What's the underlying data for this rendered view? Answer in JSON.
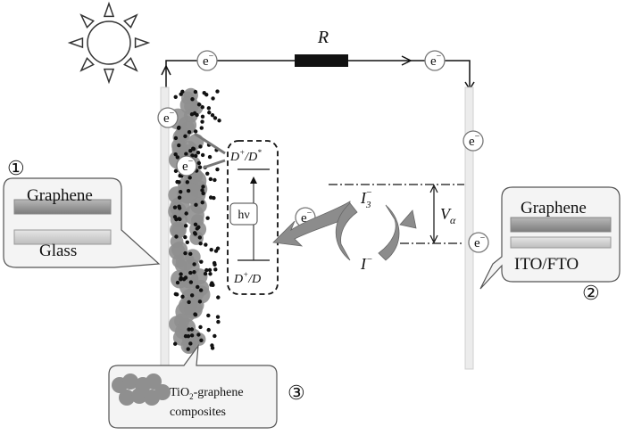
{
  "circuit": {
    "resistor_label": "R",
    "electron": "e",
    "electron_sup": "−"
  },
  "panel_left": {
    "index": "①",
    "layer_top": "Graphene",
    "layer_bottom": "Glass"
  },
  "panel_right": {
    "index": "②",
    "layer_top": "Graphene",
    "layer_bottom": "ITO/FTO"
  },
  "panel_bottom": {
    "index": "③",
    "line1_main": "TiO",
    "line1_sub": "2",
    "line1_rest": "-graphene",
    "line2": "composites"
  },
  "dye": {
    "top_label_a": "D",
    "top_label_sup_a": "+",
    "top_label_b": "/D",
    "top_label_sup_b": "*",
    "bottom_label_a": "D",
    "bottom_label_sup_a": "+",
    "bottom_label_b": "/D",
    "hv": "hν"
  },
  "redox": {
    "top_main": "I",
    "top_sub": "3",
    "top_sup": "−",
    "bottom_main": "I",
    "bottom_sup": "−",
    "voltage_main": "V",
    "voltage_sub": "α"
  },
  "colors": {
    "ink": "#111111",
    "particle": "#8f8f8f",
    "panel_fill": "#f4f4f4",
    "layer_graphene": "#9a9a9a",
    "layer_substrate": "#d4d4d4",
    "arrow_fill": "#8c8c8c"
  }
}
